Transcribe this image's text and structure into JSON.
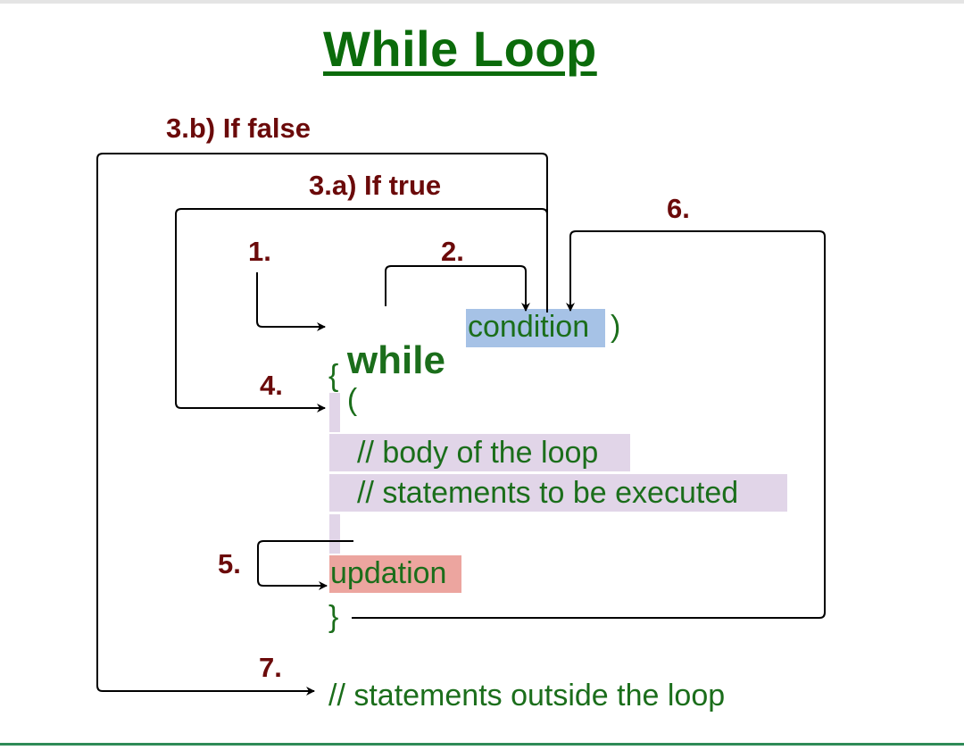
{
  "title": "While Loop",
  "labels": {
    "if_false": "3.b) If false",
    "if_true": "3.a) If true"
  },
  "steps": {
    "s1": "1.",
    "s2": "2.",
    "s4": "4.",
    "s5": "5.",
    "s6": "6.",
    "s7": "7."
  },
  "code": {
    "keyword": "while",
    "open_paren": "(",
    "condition": "condition",
    "close_paren": ")",
    "open_brace": "{",
    "body_comment": "// body of the loop",
    "statements_comment": "// statements to be executed",
    "updation": "updation",
    "close_brace": "}",
    "outside_comment": "// statements outside the loop"
  },
  "colors": {
    "title_green": "#0b6b0b",
    "code_green": "#1b6e1b",
    "label_maroon": "#6b0a0a",
    "condition_highlight": "#a6c2e6",
    "body_highlight": "#e1d5e8",
    "updation_highlight": "#eca59f",
    "bottom_rule": "#2e8b57"
  }
}
